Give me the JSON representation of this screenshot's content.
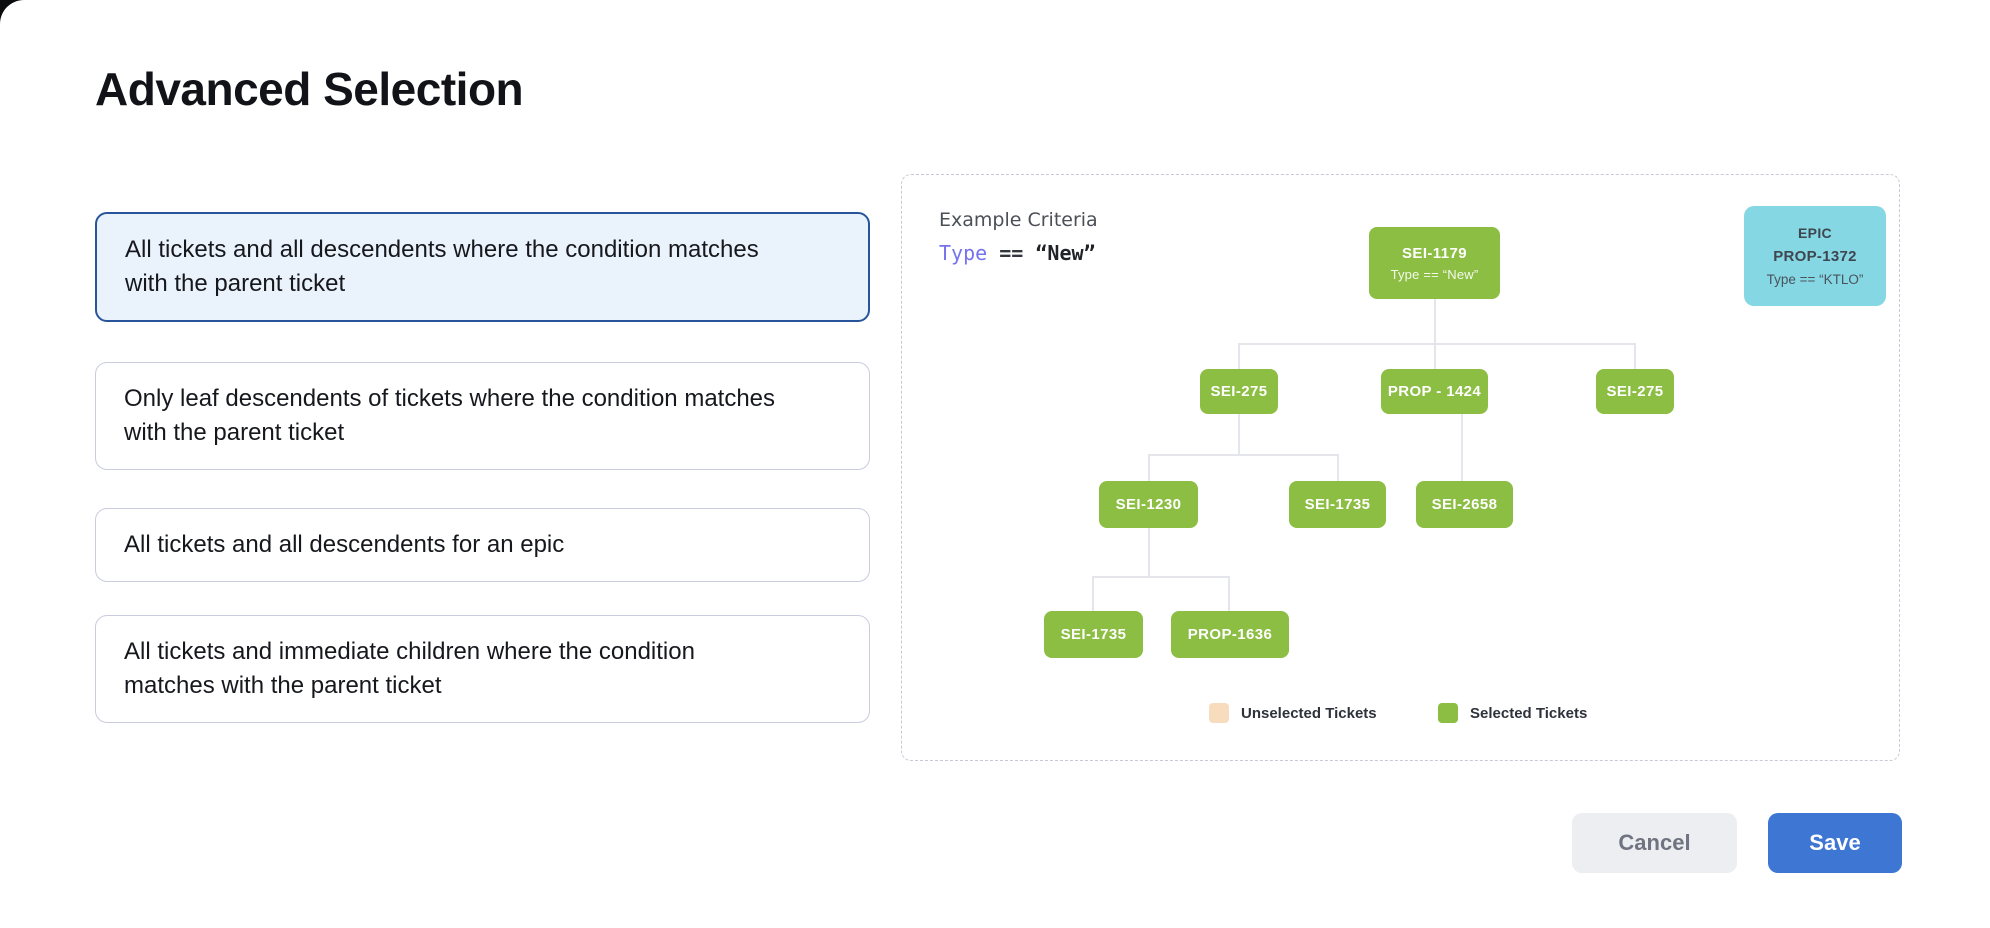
{
  "title": "Advanced Selection",
  "options": [
    {
      "label": "All tickets and all descendents where the condition matches with the parent ticket",
      "selected": true
    },
    {
      "label": "Only leaf descendents of tickets where the condition matches with the parent ticket",
      "selected": false
    },
    {
      "label": "All tickets and all descendents for an epic",
      "selected": false
    },
    {
      "label": "All tickets and immediate children where the condition matches with the parent ticket",
      "selected": false
    }
  ],
  "panel": {
    "heading": "Example Criteria",
    "criteria": {
      "field": "Type",
      "operator": "==",
      "value": "“New”"
    },
    "epic_card": {
      "type_label": "EPIC",
      "ticket": "PROP-1372",
      "condition": "Type == “KTLO”"
    },
    "tree": {
      "root": {
        "label": "SEI-1179",
        "condition": "Type == “New”"
      },
      "level2": [
        {
          "label": "SEI-275"
        },
        {
          "label": "PROP - 1424"
        },
        {
          "label": "SEI-275"
        }
      ],
      "level3": [
        {
          "label": "SEI-1230"
        },
        {
          "label": "SEI-1735"
        },
        {
          "label": "SEI-2658"
        }
      ],
      "level4": [
        {
          "label": "SEI-1735"
        },
        {
          "label": "PROP-1636"
        }
      ]
    },
    "legend": [
      {
        "label": "Unselected Tickets",
        "color": "#F8DCBE"
      },
      {
        "label": "Selected Tickets",
        "color": "#8CBE43"
      }
    ]
  },
  "actions": {
    "cancel": "Cancel",
    "save": "Save"
  },
  "colors": {
    "selected_node": "#8CBE43",
    "unselected_node": "#F8DCBE",
    "epic_card_bg": "#85D8E3",
    "selected_option_border": "#27549B",
    "selected_option_bg": "#EAF3FB",
    "save_button": "#3D76D3",
    "cancel_button_bg": "#EDEEF2",
    "criteria_field_text": "#7672EE",
    "connector_line": "#E4E6EB"
  }
}
